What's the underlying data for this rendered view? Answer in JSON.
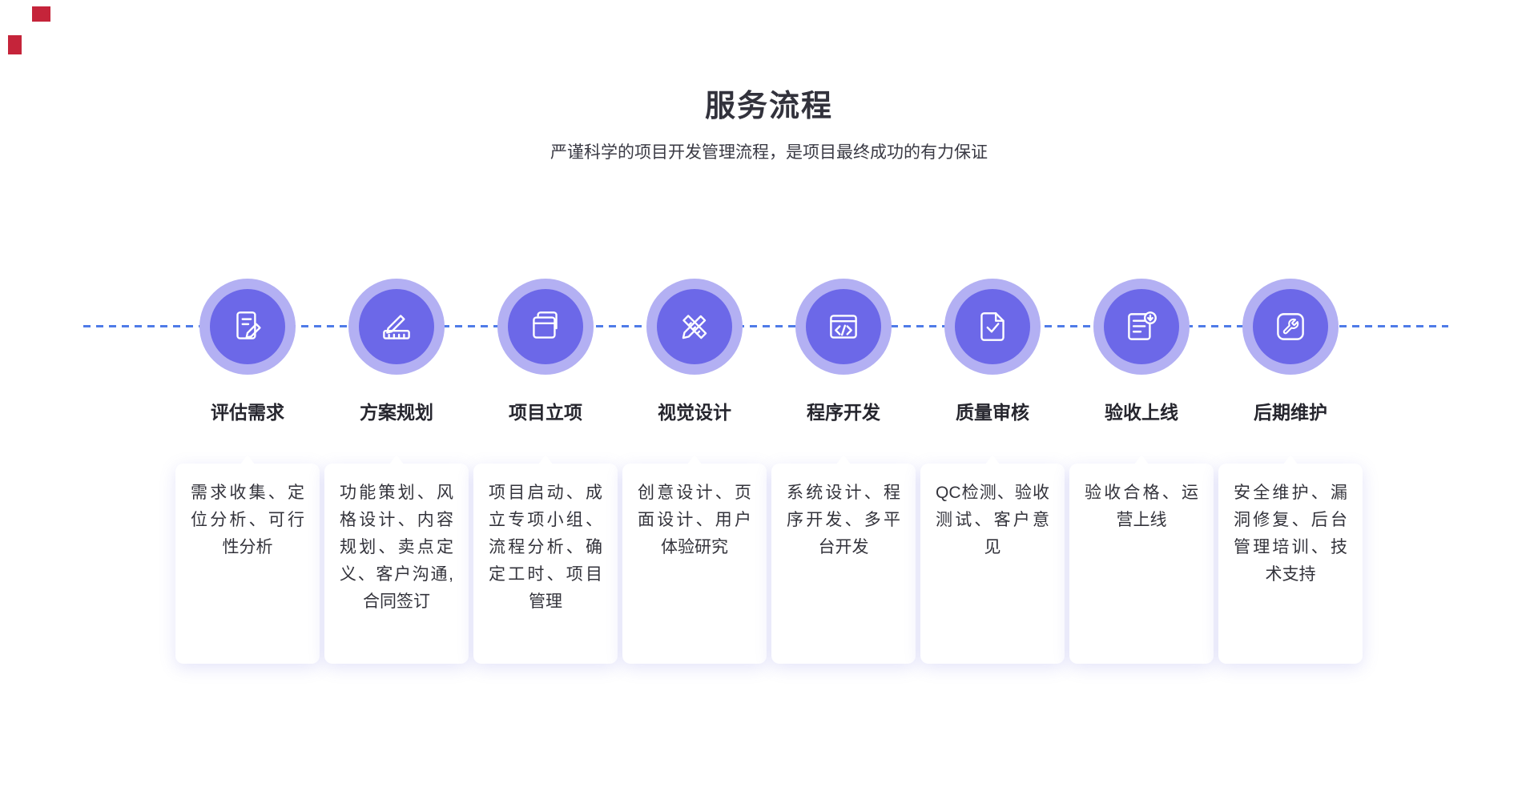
{
  "page": {
    "title": "服务流程",
    "subtitle": "严谨科学的项目开发管理流程，是项目最终成功的有力保证"
  },
  "steps": [
    {
      "label": "评估需求",
      "icon": "document-edit-icon",
      "description": "需求收集、定位分析、可行性分析"
    },
    {
      "label": "方案规划",
      "icon": "ruler-pencil-icon",
      "description": "功能策划、风格设计、内容规划、卖点定义、客户沟通,合同签订"
    },
    {
      "label": "项目立项",
      "icon": "stacked-cards-icon",
      "description": "项目启动、成立专项小组、流程分析、确定工时、项目管理"
    },
    {
      "label": "视觉设计",
      "icon": "design-tools-icon",
      "description": "创意设计、页面设计、用户体验研究"
    },
    {
      "label": "程序开发",
      "icon": "code-window-icon",
      "description": "系统设计、程序开发、多平台开发"
    },
    {
      "label": "质量审核",
      "icon": "document-check-icon",
      "description": "QC检测、验收测试、客户意见"
    },
    {
      "label": "验收上线",
      "icon": "document-arrow-icon",
      "description": "验收合格、运营上线"
    },
    {
      "label": "后期维护",
      "icon": "wrench-icon",
      "description": "安全维护、漏洞修复、后台管理培训、技术支持"
    }
  ],
  "colors": {
    "accent-circle": "#6c68e8",
    "accent-ring": "#b3b0f3",
    "dash-line": "#4f7be8",
    "title-text": "#32323c",
    "body-text": "#33333b",
    "card-bg": "#ffffff",
    "logo-red": "#c5243a"
  }
}
